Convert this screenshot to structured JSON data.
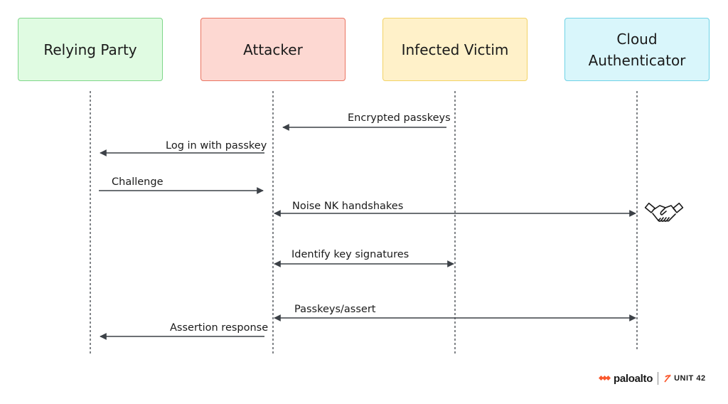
{
  "actors": [
    {
      "label": "Relying Party",
      "fill": "#e0fbe2",
      "border": "#7fd68a"
    },
    {
      "label": "Attacker",
      "fill": "#fdd8d2",
      "border": "#ea7462"
    },
    {
      "label": "Infected Victim",
      "fill": "#fff1c9",
      "border": "#f2d366"
    },
    {
      "label": "Cloud\nAuthenticator",
      "fill": "#d9f6fb",
      "border": "#6fd2e6"
    }
  ],
  "messages": [
    {
      "label": "Encrypted passkeys",
      "from": "Infected Victim",
      "to": "Attacker",
      "bidirectional": false
    },
    {
      "label": "Log in with passkey",
      "from": "Attacker",
      "to": "Relying Party",
      "bidirectional": false
    },
    {
      "label": "Challenge",
      "from": "Relying Party",
      "to": "Attacker",
      "bidirectional": false
    },
    {
      "label": "Noise NK handshakes",
      "from": "Attacker",
      "to": "Cloud\nAuthenticator",
      "bidirectional": true
    },
    {
      "label": "Identify key signatures",
      "from": "Attacker",
      "to": "Infected Victim",
      "bidirectional": true
    },
    {
      "label": "Passkeys/assert",
      "from": "Attacker",
      "to": "Cloud\nAuthenticator",
      "bidirectional": true
    },
    {
      "label": "Assertion response",
      "from": "Attacker",
      "to": "Relying Party",
      "bidirectional": false
    }
  ],
  "icons": {
    "handshake": "handshake-icon"
  },
  "colors": {
    "line": "#3c4147",
    "accent": "#fa582d"
  },
  "logo": {
    "brand": "paloalto",
    "unit": "UNIT 42"
  }
}
